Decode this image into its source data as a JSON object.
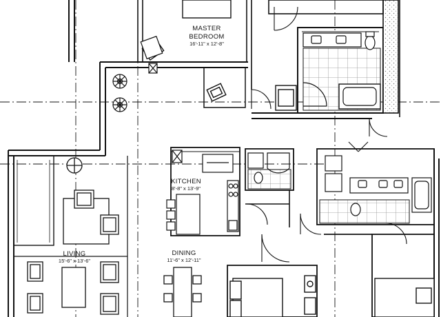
{
  "drawing_type": "architectural floor plan",
  "rooms": {
    "master_bedroom": {
      "name_line1": "MASTER",
      "name_line2": "BEDROOM",
      "dimensions": "16'-11\" x 12'-8\""
    },
    "kitchen": {
      "name": "KITCHEN",
      "dimensions": "8'-8\" x 13'-9\""
    },
    "living": {
      "name": "LIVING",
      "dimensions": "15'-6\" x 13'-6\""
    },
    "dining": {
      "name": "DINING",
      "dimensions": "11'-6\" x 12'-11\""
    }
  },
  "colors": {
    "line": "#111111",
    "wall_fill": "#2a2a2a",
    "tile": "#8c8c8c",
    "background": "#ffffff"
  }
}
